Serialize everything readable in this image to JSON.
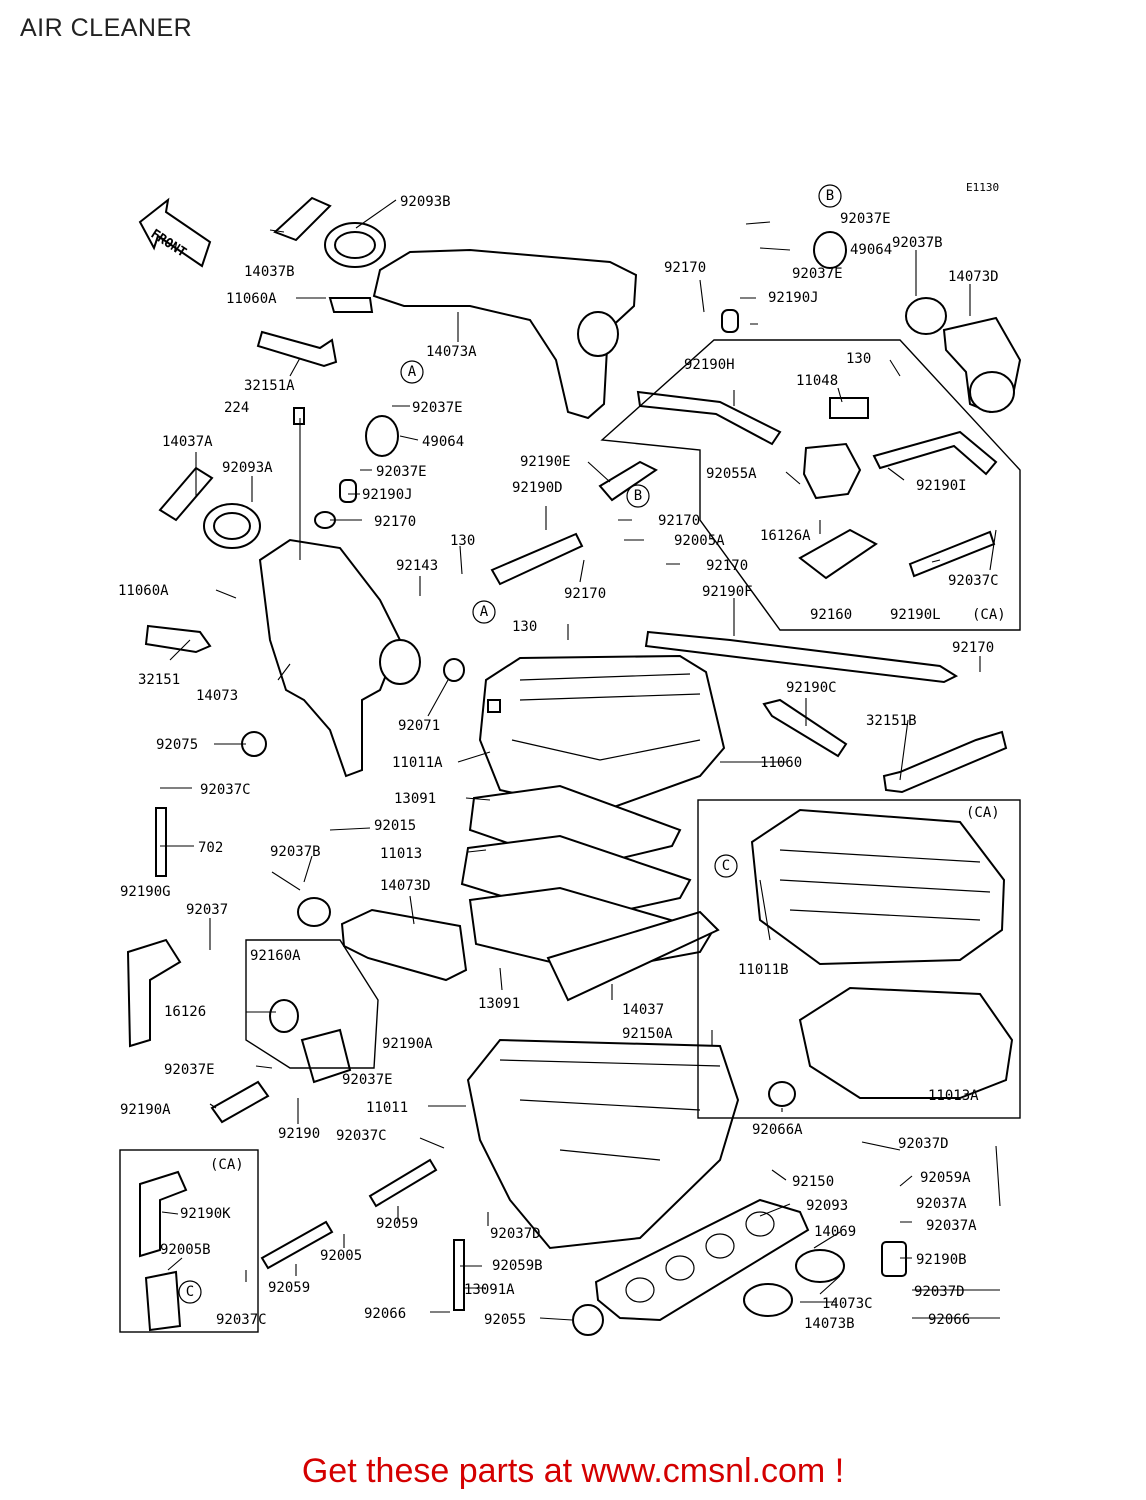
{
  "title": "AIR CLEANER",
  "figure_code": "E1130",
  "front_label": "FRONT",
  "region_label": "(CA)",
  "callout_letters": [
    "A",
    "B",
    "C"
  ],
  "footer": "Get these parts at www.cmsnl.com !",
  "parts": [
    "92093B",
    "14037B",
    "11060A",
    "14073A",
    "32151A",
    "224",
    "92037E",
    "49064",
    "92037E",
    "92190J",
    "92170",
    "14037A",
    "92093A",
    "11060A",
    "32151",
    "14073",
    "92143",
    "130",
    "92075",
    "92037C",
    "702",
    "92190G",
    "92015",
    "92037B",
    "14073D",
    "92037",
    "92160A",
    "16126",
    "92037E",
    "92190A",
    "92037E",
    "92190A",
    "92190",
    "92037C",
    "92190K",
    "92005B",
    "92037C",
    "92059",
    "92005",
    "92059",
    "92066",
    "92055",
    "13091A",
    "92059B",
    "92037D",
    "11011",
    "92150A",
    "92066A",
    "92150",
    "92093",
    "14069",
    "14073C",
    "14073B",
    "92037D",
    "92059A",
    "92037A",
    "92037A",
    "92190B",
    "92037D",
    "92066",
    "11011A",
    "13091",
    "11013",
    "13091",
    "14037",
    "11060",
    "92071",
    "130",
    "92190D",
    "92190E",
    "92170",
    "92005A",
    "92170",
    "92170",
    "92190F",
    "92190C",
    "32151B",
    "92170",
    "92037E",
    "49064",
    "92037E",
    "92190J",
    "92170",
    "92037B",
    "14073D",
    "92190H",
    "130",
    "11048",
    "92055A",
    "16126A",
    "92190I",
    "92160",
    "92190L",
    "92037C",
    "11011B",
    "11013A"
  ]
}
